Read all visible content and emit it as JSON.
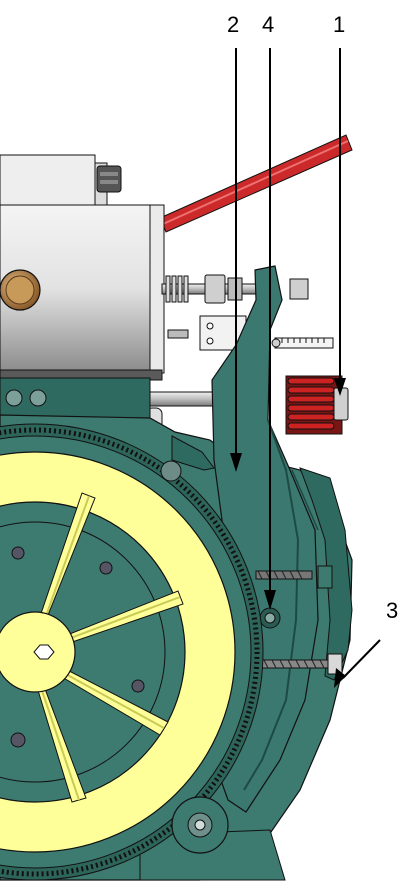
{
  "callouts": {
    "c1": {
      "label": "1"
    },
    "c2": {
      "label": "2"
    },
    "c3": {
      "label": "3"
    },
    "c4": {
      "label": "4"
    }
  },
  "colors": {
    "housing_green": "#3d7a70",
    "housing_green_dark": "#2a5b53",
    "wheel_yellow": "#ffff99",
    "spring_red": "#cc2222",
    "rod_red": "#cc2a2a",
    "motor_grey": "#d8d8d8",
    "steel": "#b8b8b8",
    "outline": "#111111"
  }
}
